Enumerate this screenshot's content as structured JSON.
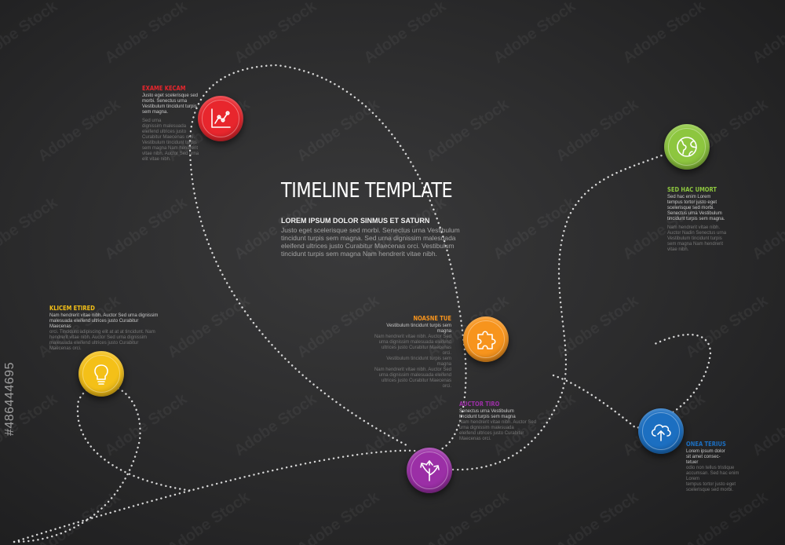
{
  "title": "TIMELINE TEMPLATE",
  "intro": {
    "subtitle": "LOREM IPSUM DOLOR SINMUS ET SATURN",
    "text": "Justo eget scelerisque sed morbi. Senectus urna Vestibulum\ntincidunt turpis sem magna. Sed urna dignissim malesuada\neleifend ultrices justo Curabitur Maecenas orci. Vestibulum\ntincidunt turpis sem magna Nam hendrerit vitae nibh."
  },
  "steps": [
    {
      "id": "step-red",
      "heading": "EXAME KECAM",
      "color": "#e8262d",
      "icon": "line-chart-icon",
      "text_bright": "Justo eget scelerisque sed\nmorbi. Senectus urna\nVestibulum tincidunt turpis\nsem magna.",
      "text_dim": "Sed urna\ndignissim malesuada\neleifend ultrices justo\nCurabitur Maecenas orci.\nVestibulum tincidunt turpis\nsem magna Nam hendrerit\nvitae nibh. Auctor Sed urna\nelit vitae nibh."
    },
    {
      "id": "step-yellow",
      "heading": "KLICEM ETIRED",
      "color": "#f4c018",
      "icon": "lightbulb-icon",
      "text_bright": "Nam hendrerit vitae nibh. Auctor Sed urna dignissim\nmalesuada eleifend ultrices justo Curabitur Maecenas",
      "text_dim": "orci. Tincidunt adipiscing elit at at at tincidunt. Nam\nhendrerit vitae nibh. Auctor Sed urna dignissim\nmalesuada eleifend ultrices justo Curabitur\nMaecenas orci."
    },
    {
      "id": "step-orange",
      "heading": "NOASNE TUE",
      "color": "#f7941d",
      "icon": "puzzle-icon",
      "text_bright": "Vestibulum tincidunt turpis sem magna",
      "text_dim": "Nam hendrerit vitae nibh. Auctor Sed\nurna dignissim malesuada eleifend\nultrices justo Curabitur Maecenas orci.\nVestibulum tincidunt turpis sem magna\nNam hendrerit vitae nibh. Auctor Sed\nurna dignissim malesuada eleifend\nultrices justo Curabitur Maecenas orci."
    },
    {
      "id": "step-purple",
      "heading": "AUCTOR TIRO",
      "color": "#9b2fa6",
      "icon": "split-arrows-icon",
      "text_bright": "Senectus urna Vestibulum\ntincidunt turpis sem magna",
      "text_dim": "Nam hendrerit vitae nibh. Auctor Sed\nurna dignissim malesuada\neleifend ultrices justo Curabitur\nMaecenas orci."
    },
    {
      "id": "step-green",
      "heading": "SED HAC UMORT",
      "color": "#8dc63f",
      "icon": "globe-icon",
      "text_bright": "Sed hac enim Lorem\ntempus tortor justo eget\nscelerisque sed morbi.\nSenectus urna Vestibulum\ntincidunt turpis sem magna.",
      "text_dim": "Nam hendrerit vitae nibh.\nAuctor Nadin Senectus urna\nVestibulum tincidunt turpis\nsem magna Nam hendrerit\nvitae nibh."
    },
    {
      "id": "step-blue",
      "heading": "ONEA TERIUS",
      "color": "#1c6fc1",
      "icon": "cloud-upload-icon",
      "text_bright": "Lorem ipsum dolor\nsit amet consec-\ntetuer",
      "text_dim": "odio non tellus tristique\naccumsan. Sed hac enim Lorem\ntempus tortor justo eget\nscelerisque sed morbi."
    }
  ],
  "stock_id": "#486444695",
  "watermark": "Adobe Stock"
}
